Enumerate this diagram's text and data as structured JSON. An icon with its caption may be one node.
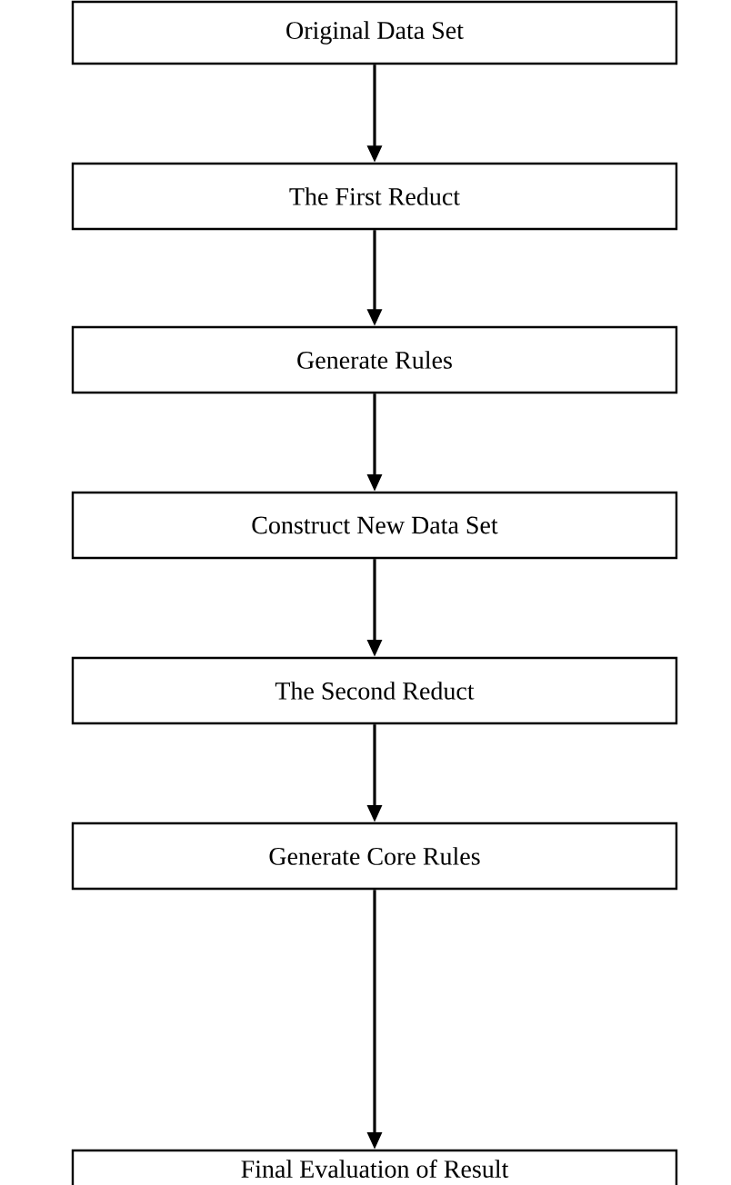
{
  "diagram": {
    "nodes": [
      {
        "text": [
          "Original Data Set"
        ]
      },
      {
        "text": [
          "The First Reduct"
        ]
      },
      {
        "text": [
          "Generate Rules"
        ]
      },
      {
        "text": [
          "Construct New Data Set"
        ]
      },
      {
        "text": [
          "The Second Reduct"
        ]
      },
      {
        "text": [
          "Generate Core Rules"
        ]
      },
      {
        "text": [
          "Final Evaluation of Result"
        ]
      }
    ],
    "edges": [
      {
        "from": 0,
        "to": 1,
        "arrow": "to"
      },
      {
        "from": 1,
        "to": 2,
        "arrow": "to"
      },
      {
        "from": 2,
        "to": 3,
        "arrow": "to"
      },
      {
        "from": 3,
        "to": 4,
        "arrow": "to"
      },
      {
        "from": 4,
        "to": 5,
        "arrow": "to"
      },
      {
        "from": 5,
        "to": 6,
        "arrow": "to"
      }
    ]
  }
}
